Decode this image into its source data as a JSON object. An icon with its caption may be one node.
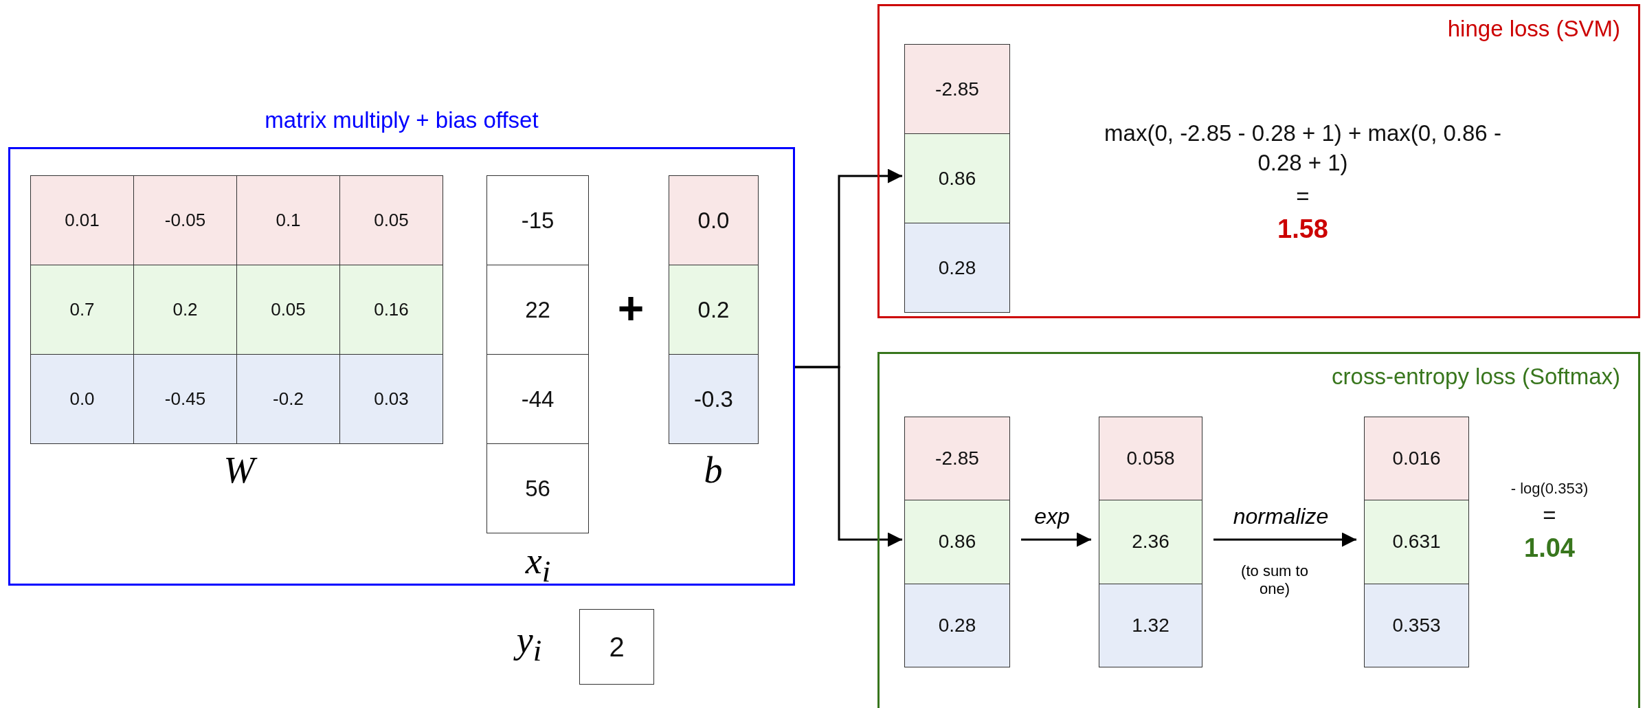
{
  "diagram": {
    "nodes": [
      {
        "text": [
          "matrix multiply + bias offset"
        ]
      },
      {
        "text": [
          "0.01",
          "-0.05",
          "0.1",
          "0.05",
          "0.7",
          "0.2",
          "0.05",
          "0.16",
          "0.0",
          "-0.45",
          "-0.2",
          "0.03"
        ],
        "in": 0,
        "beside": [
          "W"
        ]
      },
      {
        "text": [
          "-15",
          "22",
          "-44",
          "56"
        ],
        "in": 0,
        "beside": [
          "x$_{i}$"
        ]
      },
      {
        "text": [
          "0.0",
          "0.2",
          "-0.3"
        ],
        "in": 0,
        "beside": [
          "b"
        ]
      },
      {
        "text": [
          "2"
        ],
        "beside": [
          "y$_{i}$"
        ]
      },
      {
        "text": [
          "hinge loss (SVM)",
          "max(0, -2.85 - 0.28 + 1) + max(0, 0.86 - 0.28 + 1)",
          "=",
          "1.58"
        ]
      },
      {
        "text": [
          "-2.85",
          "0.86",
          "0.28"
        ],
        "in": 5
      },
      {
        "text": [
          "cross-entropy loss (Softmax)",
          "- log(0.353)",
          "=",
          "1.04"
        ]
      },
      {
        "text": [
          "-2.85",
          "0.86",
          "0.28"
        ],
        "in": 7
      },
      {
        "text": [
          "0.058",
          "2.36",
          "1.32"
        ],
        "in": 7
      },
      {
        "text": [
          "0.016",
          "0.631",
          "0.353"
        ],
        "in": 7
      }
    ],
    "edges": [
      {
        "from": 0,
        "to": 6,
        "arrow": "to"
      },
      {
        "from": 0,
        "to": 8,
        "arrow": "to"
      },
      {
        "from": 8,
        "to": 9,
        "arrow": "to",
        "label": "exp"
      },
      {
        "from": 9,
        "to": 10,
        "arrow": "to",
        "label": "normalize"
      }
    ],
    "labels": [
      "+",
      "(to sum to one)"
    ]
  }
}
